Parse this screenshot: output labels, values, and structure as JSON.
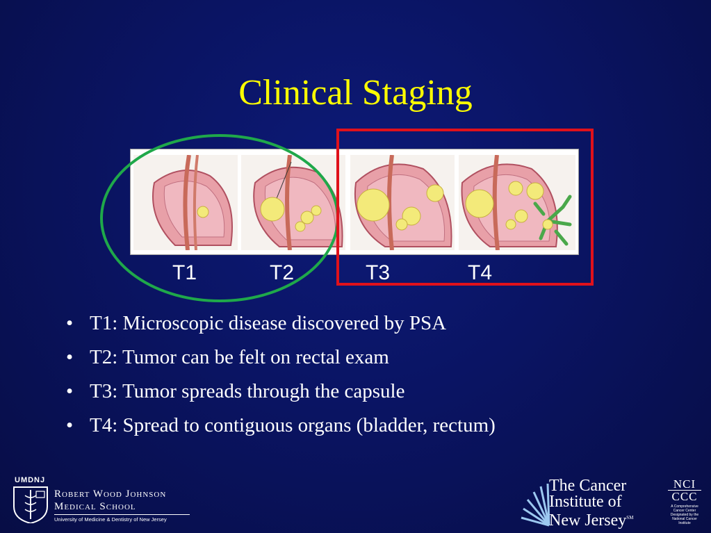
{
  "slide": {
    "title": "Clinical Staging",
    "stages": [
      "T1",
      "T2",
      "T3",
      "T4"
    ],
    "bullet_char": "•",
    "bullets": [
      "T1: Microscopic disease discovered by PSA",
      "T2: Tumor can be felt on rectal exam",
      "T3: Tumor spreads through the capsule",
      "T4: Spread to contiguous organs (bladder, rectum)"
    ]
  },
  "colors": {
    "background": "#0a1463",
    "title": "#ffff00",
    "text": "#ffffff",
    "green_circle": "#1fa84a",
    "red_box": "#e0111b",
    "tissue": "#e8a0a8",
    "tumor": "#f3ea7a"
  },
  "footer": {
    "left": {
      "acronym": "UMDNJ",
      "line1": "Robert Wood Johnson",
      "line2": "Medical School",
      "line3": "University of Medicine & Dentistry of New Jersey"
    },
    "right": {
      "line1": "The Cancer",
      "line2": "Institute of",
      "line3": "New Jersey",
      "service_mark": "SM",
      "nci_line1": "NCI",
      "nci_line2": "CCC",
      "nci_desc": "A Comprehensive Cancer Center Designated by the National Cancer Institute"
    }
  }
}
